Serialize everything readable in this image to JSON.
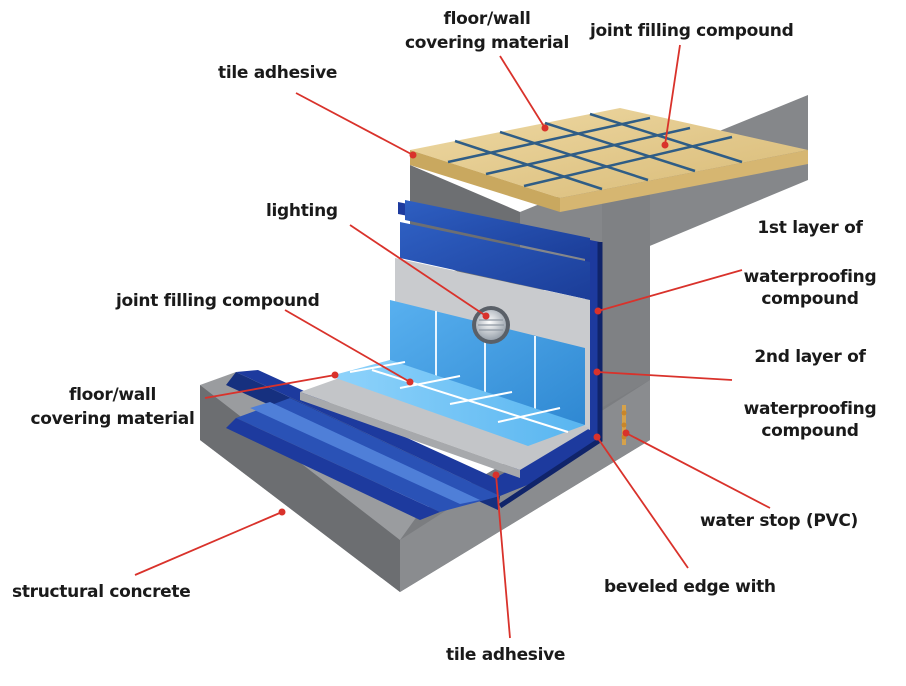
{
  "labels": {
    "tile_adhesive_top": "tile adhesive",
    "floor_wall_top_1": "floor/wall",
    "floor_wall_top_2": "covering material",
    "joint_filling_top": "joint filling compound",
    "lighting": "lighting",
    "joint_filling_left": "joint filling compound",
    "floor_wall_left_1": "floor/wall",
    "floor_wall_left_2": "covering material",
    "structural_concrete": "structural concrete",
    "tile_adhesive_bottom": "tile adhesive",
    "first_layer_1": "1st layer of",
    "first_layer_2": "waterproofing",
    "first_layer_3": "compound",
    "second_layer_1": "2nd layer of",
    "second_layer_2": "waterproofing",
    "second_layer_3": "compound",
    "water_stop": "water stop (PVC)",
    "beveled_edge": "beveled edge with"
  },
  "colors": {
    "leader_line": "#d9322b",
    "leader_dot": "#d9322b",
    "concrete": "#76787b",
    "sand_tile": "#e3c98a",
    "tile_grout": "#2f5d86",
    "blue_tile": "#3f9be0",
    "dark_blue_membrane": "#1d3a9e",
    "adhesive_grey": "#c3c5c8"
  }
}
